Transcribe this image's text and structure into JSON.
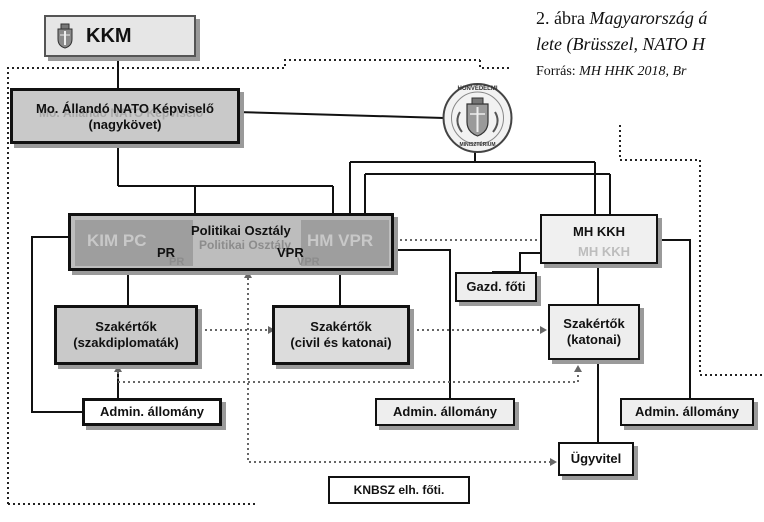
{
  "caption": {
    "line1_prefix": "2. ábra",
    "line1_italic": "Magyarország á",
    "line2_italic": "lete (Brüsszel, NATO H",
    "source_prefix": "Forrás:",
    "source_italic": "MH HHK 2018, Br"
  },
  "nodes": {
    "kkm": "KKM",
    "representative_line1": "Mo. Állandó NATO Képviselő",
    "representative_line2": "(nagykövet)",
    "representative_ghost": "Mo. Állandó NATO Képviselő",
    "emblem_top": "HONVÉDELMI",
    "emblem_bottom": "MINISZTÉRIUM",
    "political_title": "Politikai Osztály",
    "political_ghost": "Politikai Osztály",
    "kim_pc": "KIM PC",
    "pr": "PR",
    "hm_vpr": "HM VPR",
    "vpr": "VPR",
    "pr_ghost": "PR",
    "vpr_ghost": "VPR",
    "mh_kkh": "MH KKH",
    "mh_kkh_ghost": "MH KKH",
    "gazd_foti": "Gazd. főti",
    "experts_diplomats_line1": "Szakértők",
    "experts_diplomats_line2": "(szakdiplomaták)",
    "experts_civil_line1": "Szakértők",
    "experts_civil_line2": "(civil és katonai)",
    "experts_military_line1": "Szakértők",
    "experts_military_line2": "(katonai)",
    "admin_left": "Admin. állomány",
    "admin_middle": "Admin. állomány",
    "admin_right": "Admin. állomány",
    "ugyvitel": "Ügyvitel",
    "knbsz": "KNBSZ elh. főti."
  }
}
